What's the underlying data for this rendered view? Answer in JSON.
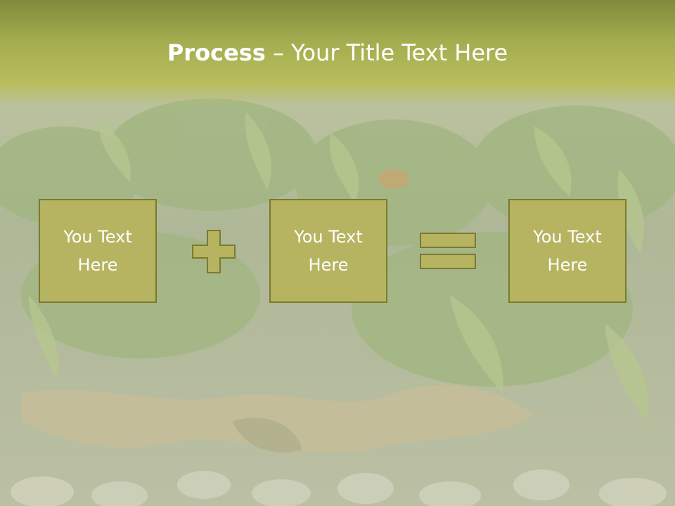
{
  "slide": {
    "title_bold": "Process",
    "title_rest": " – Your Title Text Here",
    "boxes": [
      {
        "line1": "You Text",
        "line2": "Here"
      },
      {
        "line1": "You Text",
        "line2": "Here"
      },
      {
        "line1": "You Text",
        "line2": "Here"
      }
    ],
    "operators": [
      "plus-icon",
      "equals-icon"
    ],
    "background": "aquarium-plants-photo",
    "colors": {
      "header_dark": "#7f8a3d",
      "header_light": "#b8be5e",
      "box_fill": "#b6b460",
      "box_border": "#7b7a2e",
      "text": "#ffffff"
    }
  }
}
